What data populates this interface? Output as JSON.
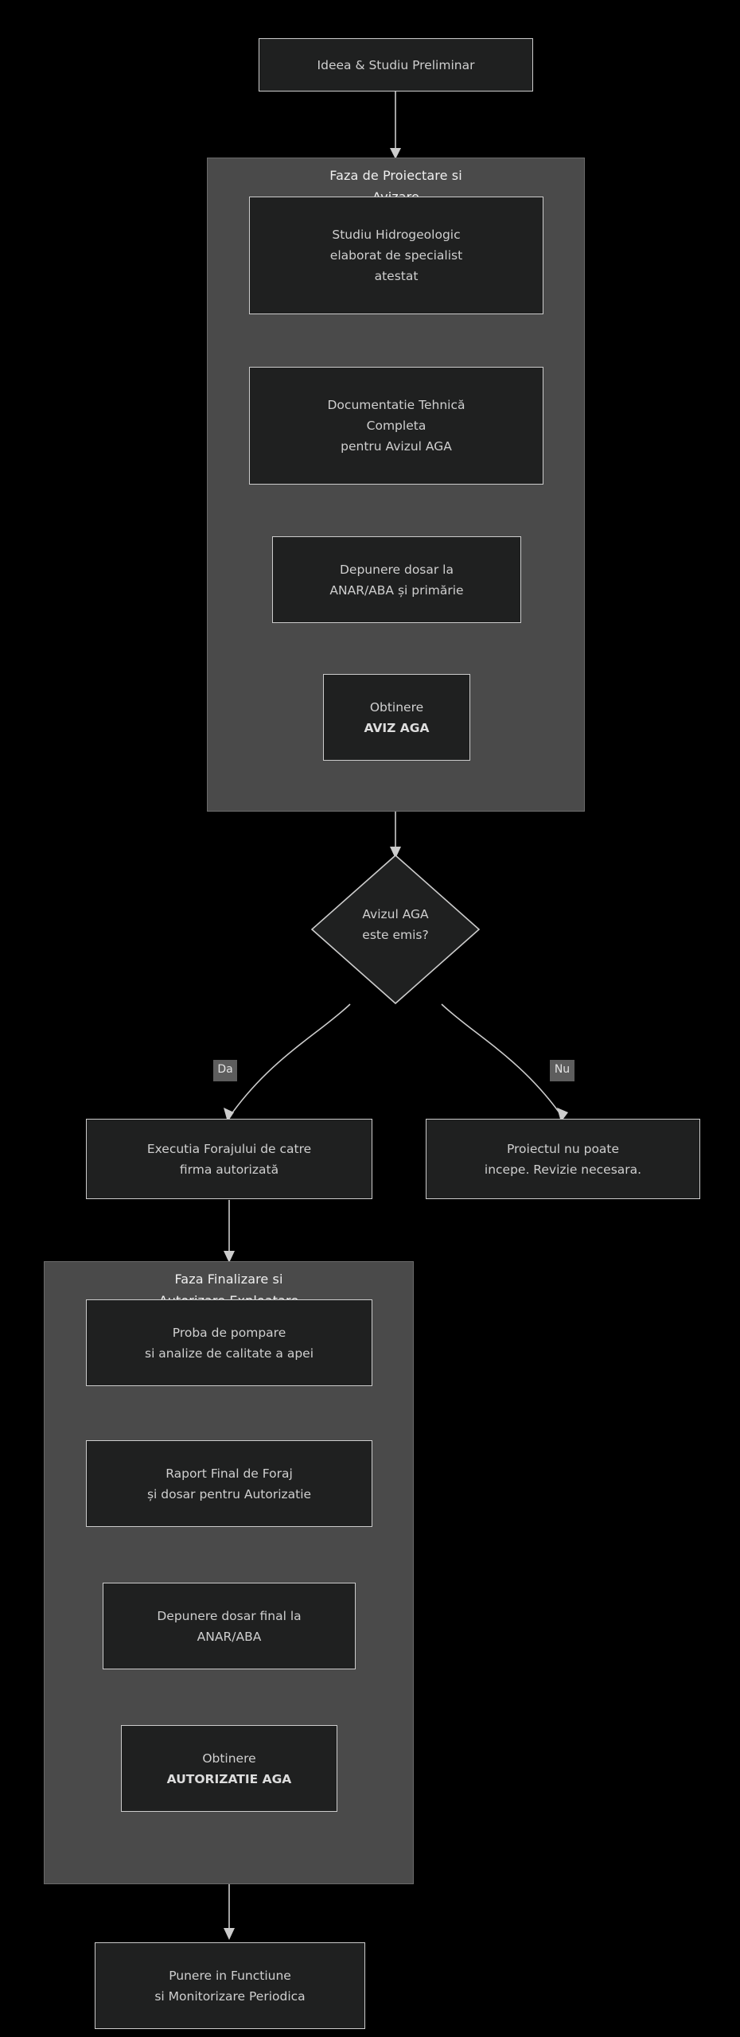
{
  "diagram": {
    "title_node": {
      "label": "Ideea & Studiu Preliminar"
    },
    "theme": {
      "background": "#000000",
      "node_fill": "#1f2020",
      "node_stroke": "#cccccc",
      "cluster_fill": "#4a4a4a",
      "cluster_stroke": "#6b6b6b",
      "text": "#cfcfcf",
      "edge_stroke": "#cccccc",
      "edge_label_fill": "#5d5d5d"
    },
    "clusters": [
      {
        "id": "faza1",
        "title_line1": "Faza de Proiectare si",
        "title_line2": "Avizare"
      },
      {
        "id": "faza2",
        "title_line1": "Faza Finalizare si",
        "title_line2": "Autorizare Exploatare"
      }
    ],
    "nodes": {
      "start": {
        "line1": "Ideea & Studiu Preliminar"
      },
      "hidro": {
        "line1": "Studiu Hidrogeologic",
        "line2": "elaborat de specialist",
        "line3": "atestat"
      },
      "doc": {
        "line1": "Documentatie Tehnică",
        "line2": "Completa",
        "line3": "pentru Avizul AGA"
      },
      "depunere": {
        "line1": "Depunere dosar la",
        "line2": "ANAR/ABA și primărie"
      },
      "aviz": {
        "line1": "Obtinere",
        "line2": "AVIZ AGA"
      },
      "decision": {
        "line1": "Avizul AGA",
        "line2": "este emis?"
      },
      "executie": {
        "line1": "Executia Forajului de catre",
        "line2": "firma autorizată"
      },
      "blocat": {
        "line1": "Proiectul nu poate",
        "line2": "incepe. Revizie necesara."
      },
      "proba": {
        "line1": "Proba de pompare",
        "line2": "si analize de calitate a apei"
      },
      "raport": {
        "line1": "Raport Final de Foraj",
        "line2": "și dosar pentru Autorizatie"
      },
      "dosarfinal": {
        "line1": "Depunere dosar final la",
        "line2": "ANAR/ABA"
      },
      "autorizatie": {
        "line1": "Obtinere",
        "line2": "AUTORIZATIE AGA"
      },
      "final": {
        "line1": "Punere in Functiune",
        "line2": "si Monitorizare Periodica"
      }
    },
    "edge_labels": {
      "yes": "Da",
      "no": "Nu"
    }
  }
}
